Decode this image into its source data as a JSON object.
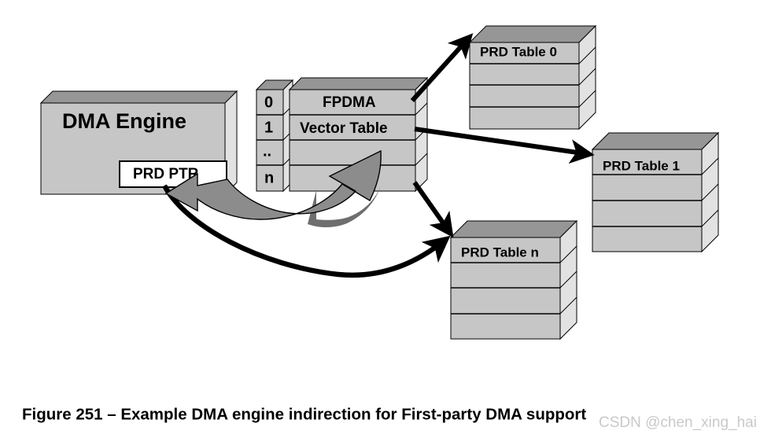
{
  "figure": {
    "caption": "Figure 251 – Example DMA engine indirection for First-party DMA support",
    "watermark": "CSDN @chen_xing_hai"
  },
  "colors": {
    "face": "#c6c6c6",
    "top": "#969696",
    "side": "#e2e2e2",
    "outline": "#000000",
    "arrow": "#000000",
    "block_arrow_light": "#8c8c8c",
    "block_arrow_dark": "#6e6e6e",
    "box_white": "#ffffff",
    "watermark": "#c9c9c9"
  },
  "nodes": {
    "dma_engine": {
      "label": "DMA Engine",
      "prd_ptr_label": "PRD PTR"
    },
    "vector_table": {
      "title_line1": "FPDMA",
      "title_line2": "Vector Table",
      "index_labels": [
        "0",
        "1",
        "..",
        "n"
      ],
      "row_count": 4
    },
    "prd_tables": [
      {
        "label": "PRD Table 0",
        "row_count": 4
      },
      {
        "label": "PRD Table 1",
        "row_count": 4
      },
      {
        "label": "PRD Table n",
        "row_count": 4
      }
    ]
  },
  "connectors": [
    {
      "name": "vector-table-to-prd-table-0",
      "style": "straight-arrow",
      "from": "vector_table",
      "to": "prd_table_0"
    },
    {
      "name": "vector-table-to-prd-table-1",
      "style": "straight-arrow",
      "from": "vector_table",
      "to": "prd_table_1"
    },
    {
      "name": "vector-table-to-prd-table-n",
      "style": "straight-arrow",
      "from": "vector_table",
      "to": "prd_table_n"
    },
    {
      "name": "prd-ptr-to-prd-table-n",
      "style": "curved-arrow",
      "from": "prd_ptr",
      "to": "prd_table_n"
    },
    {
      "name": "vector-table-to-prd-ptr",
      "style": "curved-block-arrow",
      "from": "vector_table",
      "to": "prd_ptr"
    }
  ]
}
